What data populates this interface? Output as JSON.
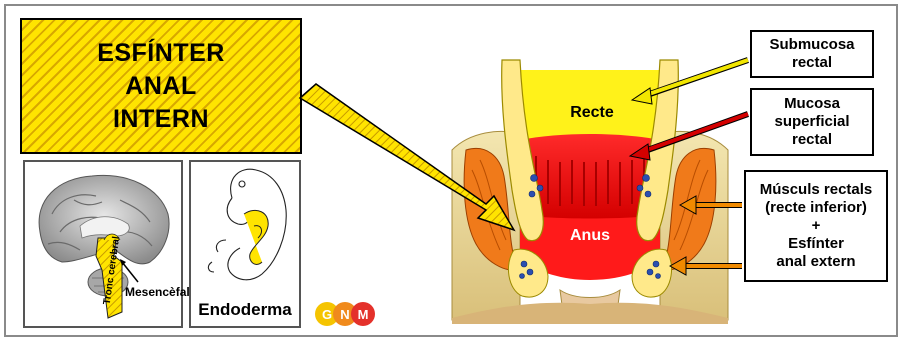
{
  "title": {
    "lines": [
      "ESFÍNTER",
      "ANAL",
      "INTERN"
    ]
  },
  "panels": {
    "brain": {
      "tronc_label": "Tronc cerebral",
      "mesencefal_label": "Mesencèfal"
    },
    "embryo": {
      "label": "Endoderma"
    }
  },
  "logo": {
    "letters": [
      "G",
      "N",
      "M"
    ],
    "colors": [
      "#f5c400",
      "#f08a1c",
      "#e4312b"
    ]
  },
  "anatomy": {
    "recte_label": "Recte",
    "anus_label": "Anus"
  },
  "callouts": [
    {
      "lines": [
        "Submucosa",
        "rectal"
      ],
      "arrow_color": "#f2e600"
    },
    {
      "lines": [
        "Mucosa",
        "superficial",
        "rectal"
      ],
      "arrow_color": "#d40000"
    },
    {
      "lines": [
        "Músculs rectals",
        "(recte inferior)",
        "+",
        "Esfínter",
        "anal extern"
      ],
      "arrow_color": "#f08a00"
    }
  ]
}
